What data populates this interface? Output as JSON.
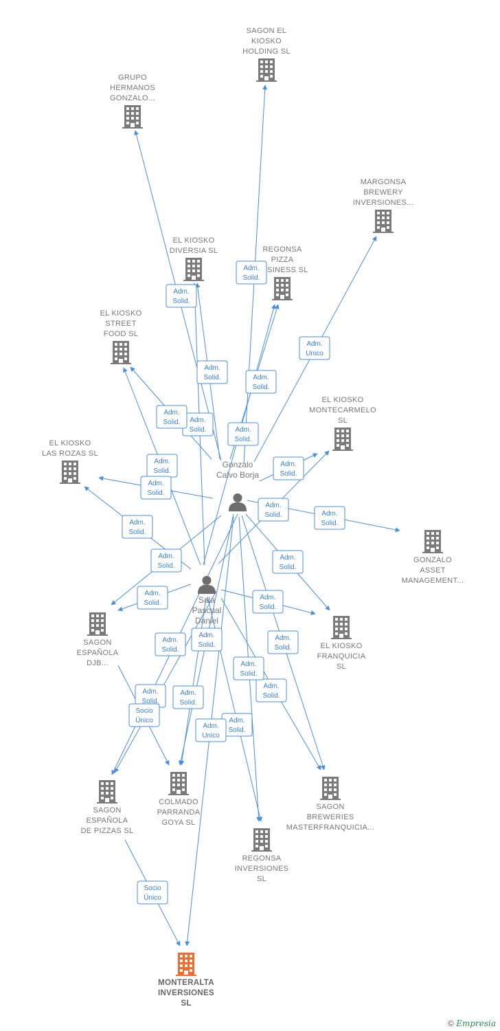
{
  "companies": [
    {
      "id": "sagon-holding",
      "lines": [
        "SAGON EL",
        "KIOSKO",
        "HOLDING  SL"
      ]
    },
    {
      "id": "grupo-hermanos",
      "lines": [
        "GRUPO",
        "HERMANOS",
        "GONZALO..."
      ]
    },
    {
      "id": "margonsa",
      "lines": [
        "MARGONSA",
        "BREWERY",
        "INVERSIONES..."
      ]
    },
    {
      "id": "kiosko-diversia",
      "lines": [
        "EL KIOSKO",
        "DIVERSIA  SL"
      ]
    },
    {
      "id": "regonsa-pizza",
      "lines": [
        "REGONSA",
        "PIZZA",
        "BUSINESS  SL"
      ]
    },
    {
      "id": "kiosko-street",
      "lines": [
        "EL KIOSKO",
        "STREET",
        "FOOD  SL"
      ]
    },
    {
      "id": "kiosko-montecarmelo",
      "lines": [
        "EL KIOSKO",
        "MONTECARMELO",
        "SL"
      ]
    },
    {
      "id": "kiosko-rozas",
      "lines": [
        "EL KIOSKO",
        "LAS ROZAS  SL"
      ]
    },
    {
      "id": "gonzalo-asset",
      "lines": [
        "GONZALO",
        "ASSET",
        "MANAGEMENT..."
      ]
    },
    {
      "id": "sagon-djb",
      "lines": [
        "SAGON",
        "ESPAÑOLA",
        "DJB..."
      ]
    },
    {
      "id": "kiosko-franquicia",
      "lines": [
        "EL KIOSKO",
        "FRANQUICIA",
        "SL"
      ]
    },
    {
      "id": "sagon-pizzas",
      "lines": [
        "SAGON",
        "ESPAÑOLA",
        "DE PIZZAS  SL"
      ]
    },
    {
      "id": "colmado",
      "lines": [
        "COLMADO",
        "PARRANDA",
        "GOYA  SL"
      ]
    },
    {
      "id": "sagon-breweries",
      "lines": [
        "SAGON",
        "BREWERIES",
        "MASTERFRANQUICIA..."
      ]
    },
    {
      "id": "regonsa-inversiones",
      "lines": [
        "REGONSA",
        "INVERSIONES",
        "SL"
      ]
    },
    {
      "id": "monteralta",
      "lines": [
        "MONTERALTA",
        "INVERSIONES",
        "SL"
      ],
      "main": true
    }
  ],
  "persons": [
    {
      "id": "gonzalo",
      "lines": [
        "Gonzalo",
        "Calvo Borja"
      ]
    },
    {
      "id": "sala",
      "lines": [
        "Sala",
        "Pascual",
        "Daniel"
      ]
    }
  ],
  "edges": [
    {
      "from": "gonzalo",
      "to": "sagon-holding",
      "label": [
        "Adm.",
        "Solid."
      ]
    },
    {
      "from": "gonzalo",
      "to": "grupo-hermanos",
      "label": [
        "Adm.",
        "Solid."
      ]
    },
    {
      "from": "gonzalo",
      "to": "margonsa",
      "label": [
        "Adm.",
        "Unico"
      ]
    },
    {
      "from": "gonzalo",
      "to": "kiosko-diversia",
      "label": [
        "Adm.",
        "Solid."
      ]
    },
    {
      "from": "sala",
      "to": "kiosko-diversia",
      "label": [
        "Adm.",
        "Solid."
      ]
    },
    {
      "from": "gonzalo",
      "to": "regonsa-pizza",
      "label": [
        "Adm.",
        "Solid."
      ]
    },
    {
      "from": "sala",
      "to": "regonsa-pizza",
      "label": [
        "Adm.",
        "Solid."
      ]
    },
    {
      "from": "gonzalo",
      "to": "kiosko-street",
      "label": [
        "Adm.",
        "Solid."
      ]
    },
    {
      "from": "sala",
      "to": "kiosko-street",
      "label": [
        "Adm.",
        "Solid."
      ]
    },
    {
      "from": "gonzalo",
      "to": "kiosko-montecarmelo",
      "label": [
        "Adm.",
        "Solid."
      ]
    },
    {
      "from": "sala",
      "to": "kiosko-montecarmelo",
      "label": [
        "Adm.",
        "Solid."
      ]
    },
    {
      "from": "gonzalo",
      "to": "kiosko-rozas",
      "label": [
        "Adm.",
        "Solid."
      ]
    },
    {
      "from": "sala",
      "to": "kiosko-rozas",
      "label": [
        "Adm.",
        "Solid."
      ]
    },
    {
      "from": "gonzalo",
      "to": "gonzalo-asset",
      "label": [
        "Adm.",
        "Solid."
      ]
    },
    {
      "from": "gonzalo",
      "to": "sagon-djb",
      "label": [
        "Adm.",
        "Solid."
      ]
    },
    {
      "from": "sala",
      "to": "sagon-djb",
      "label": [
        "Adm.",
        "Solid."
      ]
    },
    {
      "from": "gonzalo",
      "to": "kiosko-franquicia",
      "label": [
        "Adm.",
        "Solid."
      ]
    },
    {
      "from": "sala",
      "to": "kiosko-franquicia",
      "label": [
        "Adm.",
        "Solid."
      ]
    },
    {
      "from": "gonzalo",
      "to": "sagon-pizzas",
      "label": [
        "Adm.",
        "Solid."
      ]
    },
    {
      "from": "sala",
      "to": "sagon-pizzas",
      "label": [
        "Adm.",
        "Solid."
      ]
    },
    {
      "from": "sagon-djb",
      "to": "colmado",
      "label": [
        "Socio",
        "Único"
      ]
    },
    {
      "from": "gonzalo",
      "to": "colmado",
      "label": [
        "Adm.",
        "Solid."
      ]
    },
    {
      "from": "sala",
      "to": "colmado",
      "label": [
        "Adm.",
        "Solid."
      ]
    },
    {
      "from": "gonzalo",
      "to": "sagon-breweries",
      "label": [
        "Adm.",
        "Solid."
      ]
    },
    {
      "from": "sala",
      "to": "sagon-breweries",
      "label": [
        "Adm.",
        "Solid."
      ]
    },
    {
      "from": "gonzalo",
      "to": "regonsa-inversiones",
      "label": [
        "Adm.",
        "Solid."
      ]
    },
    {
      "from": "sala",
      "to": "regonsa-inversiones",
      "label": [
        "Adm.",
        "Solid."
      ]
    },
    {
      "from": "gonzalo",
      "to": "monteralta",
      "label": [
        "Adm.",
        "Unico"
      ]
    },
    {
      "from": "sagon-pizzas",
      "to": "monteralta",
      "label": [
        "Socio",
        "Único"
      ]
    }
  ],
  "colors": {
    "edge": "#4a8ee0",
    "building": "#7a7a7a",
    "main_building": "#f26a2e",
    "person": "#6e6e6e"
  },
  "footer": {
    "copyright": "©",
    "brand": "Empresia"
  }
}
